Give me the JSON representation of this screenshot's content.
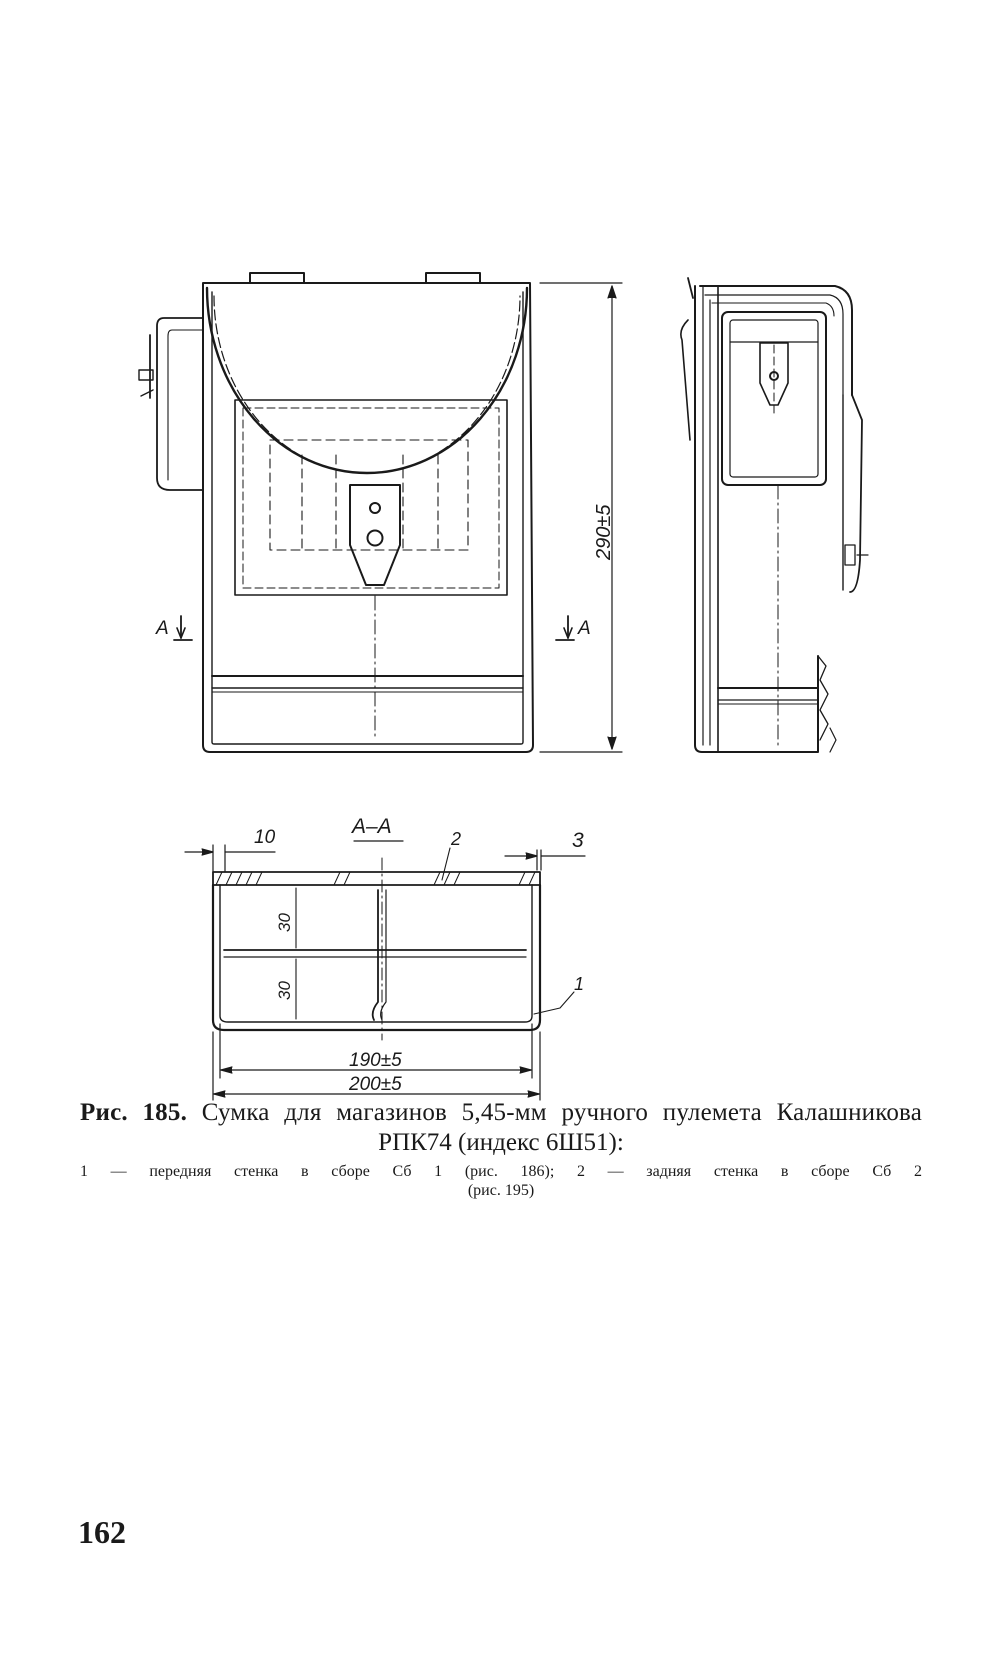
{
  "drawing": {
    "section_label": "A–A",
    "section_mark_left": "A",
    "section_mark_right": "A",
    "dim_height": "290±5",
    "dim_wall": "10",
    "dim_side": "3",
    "dim_pocket_upper": "30",
    "dim_pocket_lower": "30",
    "dim_inner_width": "190±5",
    "dim_outer_width": "200±5",
    "callout_1": "1",
    "callout_2": "2"
  },
  "caption": {
    "fig_number": "Рис. 185.",
    "line1_text": "Сумка для магазинов 5,45-мм ручного пулемета Калашникова",
    "line2": "РПК74 (индекс 6Ш51):",
    "legend_line1": "1 — передняя стенка в сборе Сб 1 (рис. 186); 2 — задняя стенка в сборе Сб 2",
    "legend_line2": "(рис. 195)"
  },
  "page_number": "162"
}
